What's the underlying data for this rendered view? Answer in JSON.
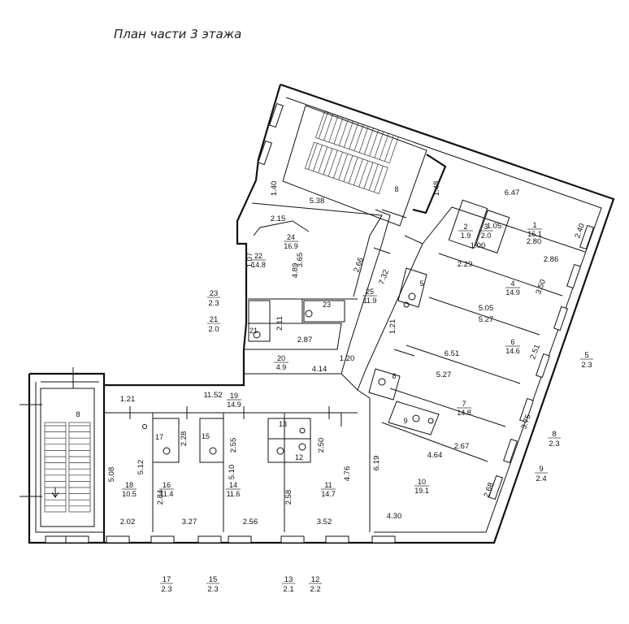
{
  "title": "План части 3 этажа",
  "rooms": [
    {
      "num": "1",
      "area": "16.1"
    },
    {
      "num": "2",
      "area": "1.9"
    },
    {
      "num": "3",
      "area": "2.0"
    },
    {
      "num": "4",
      "area": "14.9"
    },
    {
      "num": "5",
      "area": ""
    },
    {
      "num": "6",
      "area": "14.6"
    },
    {
      "num": "7",
      "area": "14.8"
    },
    {
      "num": "8",
      "area": ""
    },
    {
      "num": "9",
      "area": ""
    },
    {
      "num": "10",
      "area": "19.1"
    },
    {
      "num": "11",
      "area": "14.7"
    },
    {
      "num": "12",
      "area": ""
    },
    {
      "num": "13",
      "area": ""
    },
    {
      "num": "14",
      "area": "11.6"
    },
    {
      "num": "15",
      "area": ""
    },
    {
      "num": "16",
      "area": "11.4"
    },
    {
      "num": "17",
      "area": ""
    },
    {
      "num": "18",
      "area": "10.5"
    },
    {
      "num": "19",
      "area": "14.9"
    },
    {
      "num": "20",
      "area": "4.9"
    },
    {
      "num": "21",
      "area": ""
    },
    {
      "num": "22",
      "area": "14.8"
    },
    {
      "num": "23",
      "area": ""
    },
    {
      "num": "24",
      "area": "16.9"
    },
    {
      "num": "25",
      "area": "11.9"
    }
  ],
  "stairs": [
    "8",
    "8"
  ],
  "dimensions": [
    "6.47",
    "1.48",
    "2.40",
    "2.80",
    "2.86",
    "1.05",
    "1.00",
    "2.29",
    "3.50",
    "5.05",
    "5.27",
    "2.51",
    "6.51",
    "1.21",
    "5.27",
    "3.75",
    "2.67",
    "4.64",
    "2.68",
    "6.19",
    "4.30",
    "1.40",
    "5.38",
    "2.15",
    "3.65",
    "4.89",
    "1.07",
    "2.66",
    "7.32",
    "2.11",
    "2.87",
    "1.20",
    "4.14",
    "11.52",
    "1.21",
    "2.28",
    "5.08",
    "5.12",
    "2.84",
    "2.02",
    "3.27",
    "2.55",
    "5.10",
    "2.56",
    "2.50",
    "2.58",
    "4.76",
    "3.52"
  ],
  "exterior_labels": [
    {
      "num": "23",
      "area": "2.3"
    },
    {
      "num": "21",
      "area": "2.0"
    },
    {
      "num": "5",
      "area": "2.3"
    },
    {
      "num": "8",
      "area": "2.3"
    },
    {
      "num": "9",
      "area": "2.4"
    },
    {
      "num": "17",
      "area": "2.3"
    },
    {
      "num": "15",
      "area": "2.3"
    },
    {
      "num": "13",
      "area": "2.1"
    },
    {
      "num": "12",
      "area": "2.2"
    }
  ]
}
